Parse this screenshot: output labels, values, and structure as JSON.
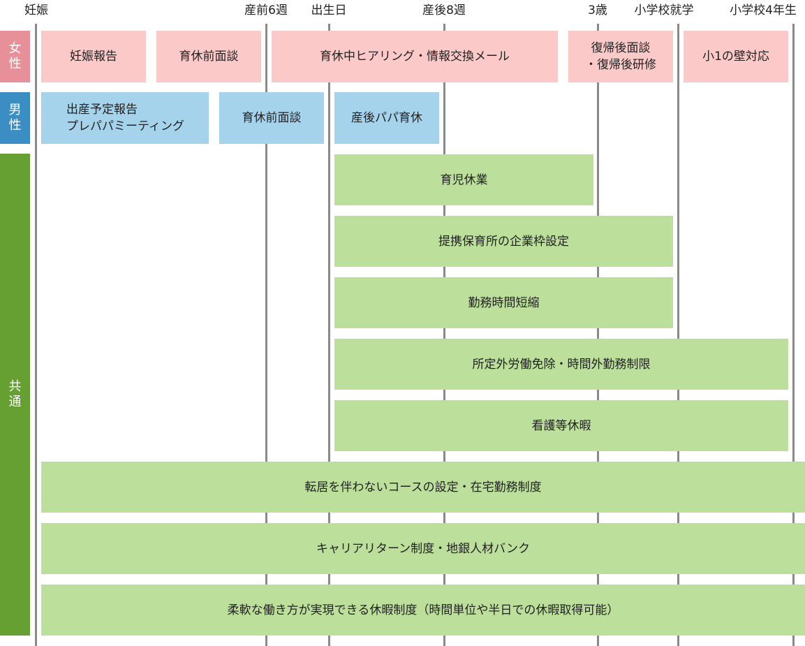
{
  "milestones": {
    "pregnancy": "妊娠",
    "prenatal_6w": "産前6週",
    "birth": "出生日",
    "postnatal_8w": "産後8週",
    "age_3": "3歳",
    "elementary_entry": "小学校就学",
    "elementary_4th": "小学校4年生"
  },
  "categories": {
    "female": "女性",
    "male": "男性",
    "common": "共通"
  },
  "female": {
    "pregnancy_report": "妊娠報告",
    "pre_leave_interview": "育休前面談",
    "hearing": "育休中ヒアリング・情報交換メール",
    "return": "復帰後面談\n・復帰後研修",
    "first_grade": "小1の壁対応"
  },
  "male": {
    "birth_report": "出産予定報告\nプレパパミーティング",
    "pre_leave_interview": "育休前面談",
    "papa_leave": "産後パパ育休"
  },
  "common": {
    "childcare_leave": "育児休業",
    "nursery": "提携保育所の企業枠設定",
    "short_hours": "勤務時間短縮",
    "overtime": "所定外労働免除・時間外勤務制限",
    "nursing_leave": "看護等休暇",
    "no_relocation": "転居を伴わないコースの設定・在宅勤務制度",
    "career_return": "キャリアリターン制度・地銀人材バンク",
    "flexible_leave": "柔軟な働き方が実現できる休暇制度（時間単位や半日での休暇取得可能）"
  },
  "colors": {
    "female_label": "#e8909a",
    "male_label": "#3b8ec4",
    "common_label": "#66a032",
    "female_bar": "#fcc9c9",
    "male_bar": "#a6d3ec",
    "common_bar": "#bcdf9b",
    "timeline_line": "#8a8a8a"
  }
}
